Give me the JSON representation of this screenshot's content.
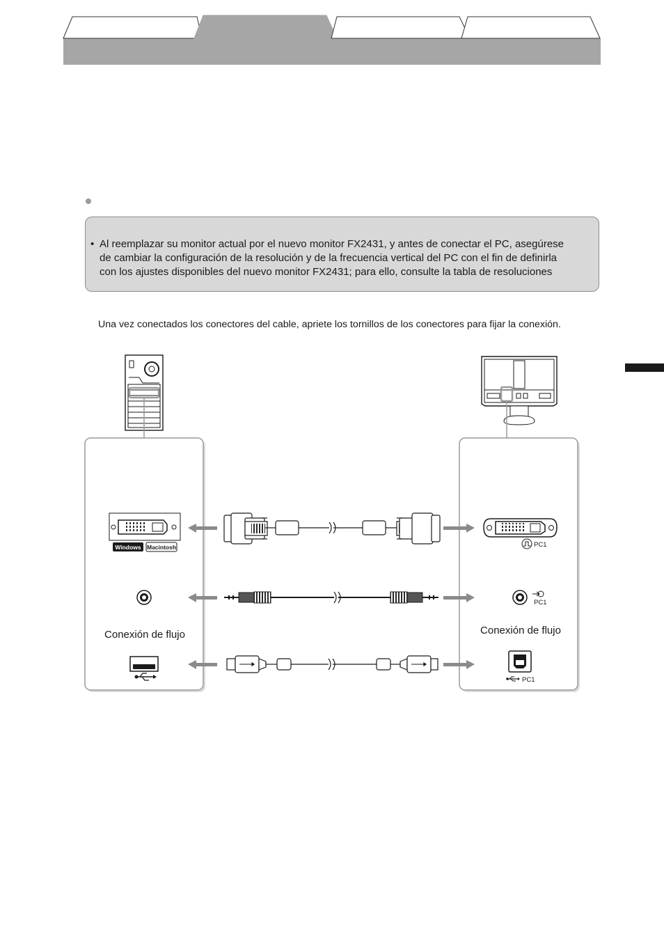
{
  "note": {
    "bullet": "•",
    "lines": [
      "Al reemplazar su monitor actual por el nuevo monitor FX2431, y antes de conectar el PC, asegúrese",
      "de cambiar la configuración de la resolución y de la frecuencia vertical del PC con el fin de definirla",
      "con los ajustes disponibles del nuevo monitor FX2431; para ello, consulte la tabla de resoluciones"
    ]
  },
  "instruction": "Una vez conectados los conectores del cable, apriete los tornillos de los conectores para fijar la conexión.",
  "diagram": {
    "pc_panel": {
      "os_badges": [
        "Windows",
        "Macintosh"
      ],
      "stream_label": "Conexión de flujo"
    },
    "monitor_panel": {
      "dvi_port_label": "PC1",
      "audio_port_label": "PC1",
      "usb_port_label": "PC1",
      "stream_label": "Conexión de flujo"
    }
  },
  "colors": {
    "header_band": "#a6a6a6",
    "note_background": "#d8d8d8",
    "arrow": "#8a8a8a",
    "panel_border": "#9a9a9a"
  }
}
